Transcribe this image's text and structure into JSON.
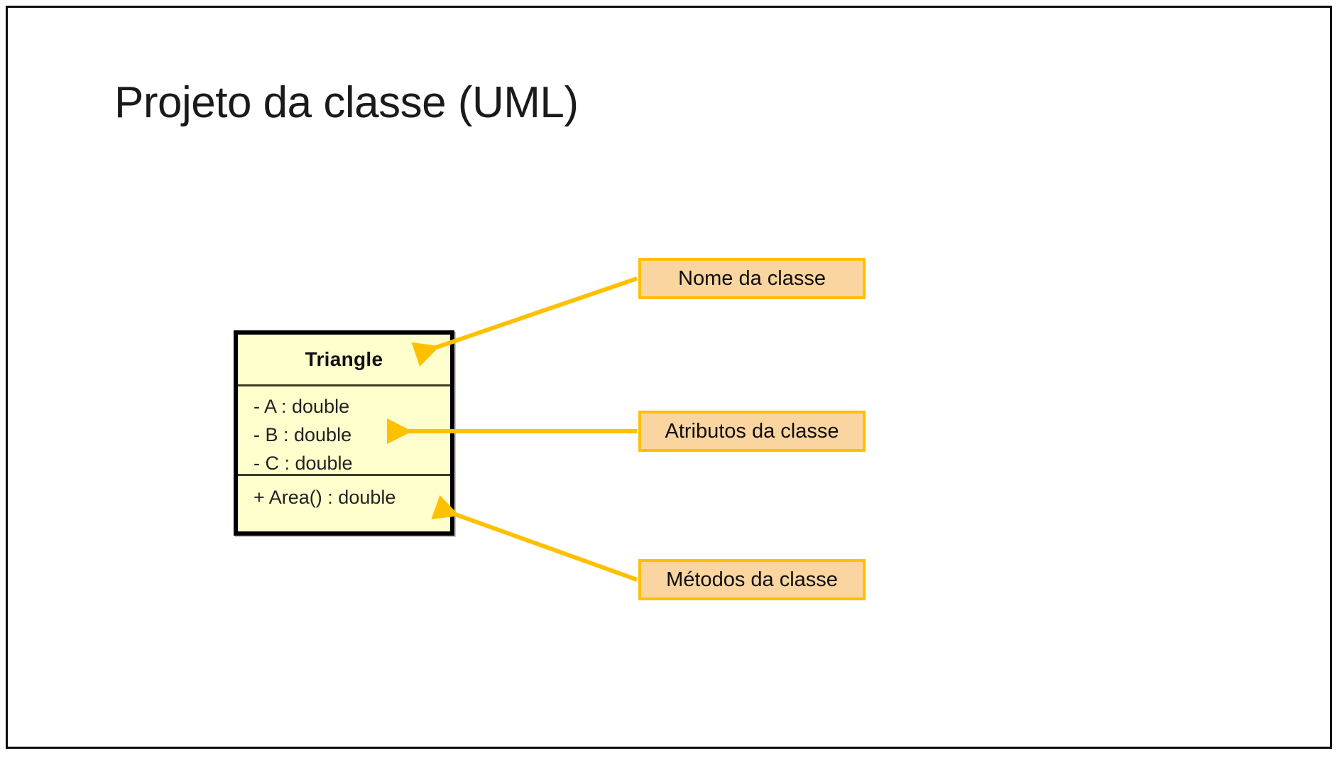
{
  "slide": {
    "title": "Projeto da classe (UML)",
    "background_color": "#ffffff",
    "border_color": "#0d0d0d"
  },
  "uml_class": {
    "name": "Triangle",
    "fill_color": "#feffcc",
    "border_color": "#000000",
    "attributes": [
      "- A : double",
      "- B : double",
      "- C : double"
    ],
    "methods": [
      "+ Area() : double"
    ]
  },
  "callouts": [
    {
      "id": "nome",
      "label": "Nome da classe",
      "target": "class-name-row",
      "fill_color": "#fbd5a0",
      "border_color": "#ffc000"
    },
    {
      "id": "atributos",
      "label": "Atributos da classe",
      "target": "attributes-section",
      "fill_color": "#fbd5a0",
      "border_color": "#ffc000"
    },
    {
      "id": "metodos",
      "label": "Métodos da classe",
      "target": "methods-section",
      "fill_color": "#fbd5a0",
      "border_color": "#ffc000"
    }
  ],
  "arrows": {
    "color": "#ffc000"
  }
}
